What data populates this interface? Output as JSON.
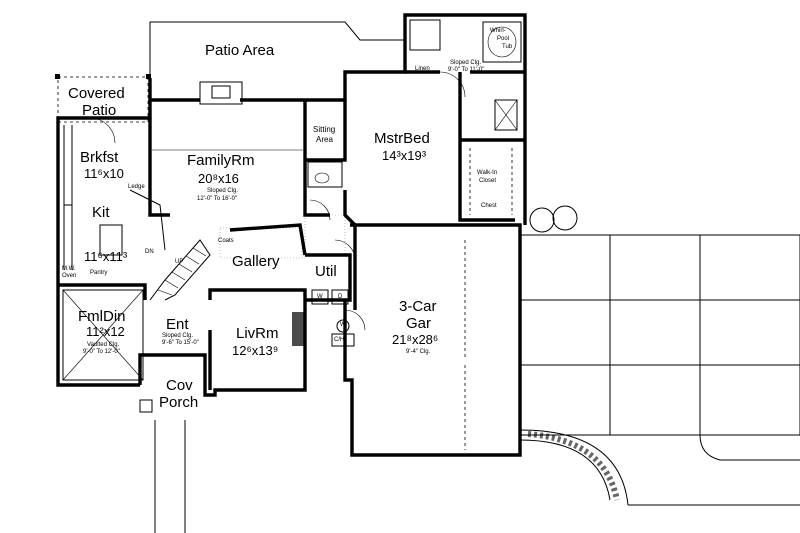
{
  "rooms": {
    "patio_area": {
      "name": "Patio Area"
    },
    "covered_patio": {
      "name_line1": "Covered",
      "name_line2": "Patio"
    },
    "brkfst": {
      "name": "Brkfst",
      "dims": "11⁶x10"
    },
    "kit": {
      "name": "Kit",
      "dims": "11⁶x11³"
    },
    "familyrm": {
      "name": "FamilyRm",
      "dims": "20⁸x16",
      "note1": "Sloped Clg.",
      "note2": "12'-0\" To 16'-0\""
    },
    "sitting": {
      "name_line1": "Sitting",
      "name_line2": "Area"
    },
    "mstrbed": {
      "name": "MstrBed",
      "dims": "14³x19³"
    },
    "master_bath": {
      "note1": "Sloped Clg.",
      "note2": "9'-0\" To 11'-0\"",
      "tub1": "Whirl-",
      "tub2": "Pool",
      "tub3": "Tub",
      "linen": "Linen"
    },
    "walkin": {
      "line1": "Walk-In",
      "line2": "Closet",
      "chest": "Chest"
    },
    "gallery": {
      "name": "Gallery"
    },
    "util": {
      "name": "Util",
      "w": "W",
      "d": "D"
    },
    "fmldin": {
      "name": "FmlDin",
      "dims": "11²x12",
      "note1": "Vaulted Clg.",
      "note2": "9'-0\" To 12'-0\""
    },
    "ent": {
      "name": "Ent",
      "note1": "Sloped Clg.",
      "note2": "9'-6\" To 15'-0\""
    },
    "livrm": {
      "name": "LivRm",
      "dims": "12⁶x13⁹"
    },
    "garage": {
      "name_line1": "3-Car",
      "name_line2": "Gar",
      "dims": "21⁸x28⁶",
      "note": "9'-4\" Clg."
    },
    "cov_porch": {
      "name_line1": "Cov",
      "name_line2": "Porch"
    }
  },
  "fixtures": {
    "ledge": "Ledge",
    "pantry": "Pantry",
    "mw_oven_1": "M.W.",
    "mw_oven_2": "Oven",
    "coats": "Coats",
    "dn": "DN",
    "up": "UP",
    "ch": "C/H",
    "w_heater": "W"
  }
}
